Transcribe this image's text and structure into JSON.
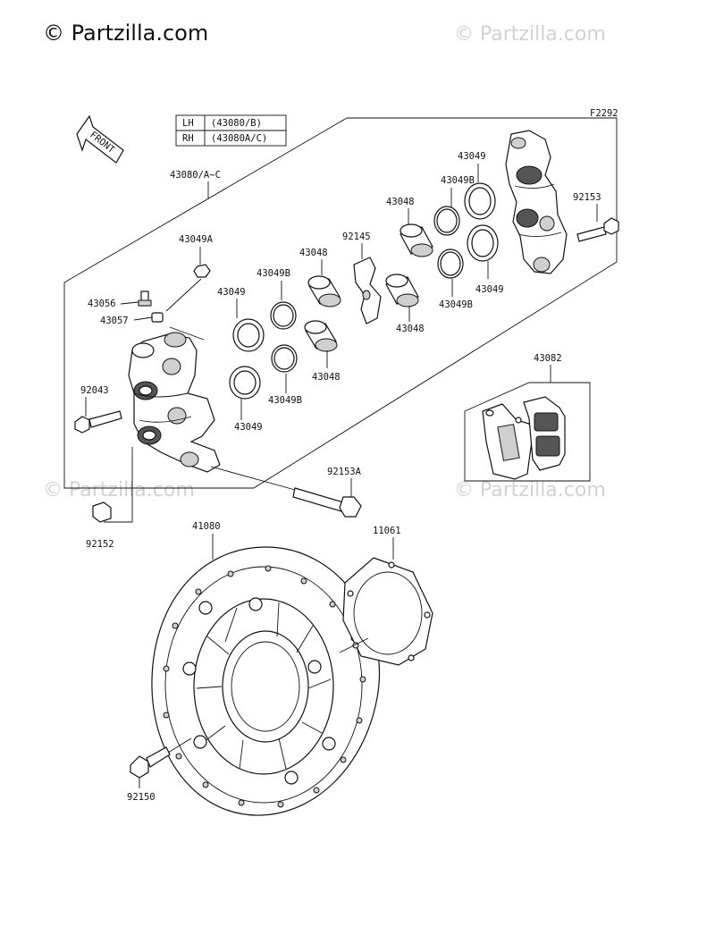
{
  "watermarks": {
    "main": "© Partzilla.com",
    "faint": "© Partzilla.com"
  },
  "figure_code": "F2292",
  "front_arrow_label": "FRONT",
  "side_table": {
    "rows": [
      {
        "side": "LH",
        "part": "(43080/B)"
      },
      {
        "side": "RH",
        "part": "(43080A/C)"
      }
    ]
  },
  "callouts": {
    "c43080": "43080/A~C",
    "c43049A": "43049A",
    "c43056": "43056",
    "c43057": "43057",
    "c92043": "92043",
    "c92152": "92152",
    "c43049_l1": "43049",
    "c43049_l2": "43049",
    "c43049B_l1": "43049B",
    "c43049B_l2": "43049B",
    "c43048_l1": "43048",
    "c43048_l2": "43048",
    "c92145": "92145",
    "c43048_r1": "43048",
    "c43048_r2": "43048",
    "c43049B_r1": "43049B",
    "c43049B_r2": "43049B",
    "c43049_r1": "43049",
    "c43049_r2": "43049",
    "c92153": "92153",
    "c43082": "43082",
    "c92153A": "92153A",
    "c41080": "41080",
    "c11061": "11061",
    "c92150": "92150"
  },
  "colors": {
    "line": "#111111",
    "watermark": "#cccccc",
    "shade": "#cfcfcf"
  }
}
